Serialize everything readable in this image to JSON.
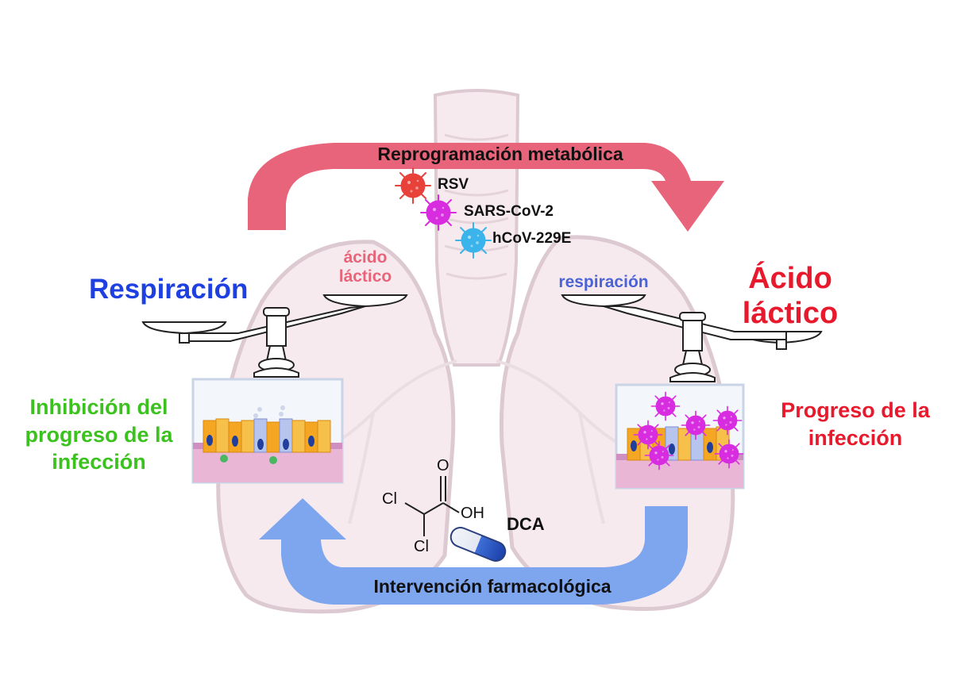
{
  "colors": {
    "red_arrow": "#e8647a",
    "blue_arrow": "#7ea6ee",
    "blue_text": "#1e40e0",
    "red_text": "#e8192c",
    "green_text": "#3cc21e",
    "lung_fill": "#f6e9ee",
    "lung_stroke": "#dcc7cf",
    "virus_rsv": "#e8413a",
    "virus_sars": "#d82ce0",
    "virus_hcov": "#3ab4ea",
    "well_pink": "#e9b6d6"
  },
  "top_arrow": {
    "label": "Reprogramación metabólica"
  },
  "bottom_arrow": {
    "label": "Intervención farmacológica"
  },
  "viruses": [
    {
      "name": "RSV",
      "icon": "virus-icon"
    },
    {
      "name": "SARS-CoV-2",
      "icon": "virus-icon"
    },
    {
      "name": "hCoV-229E",
      "icon": "virus-icon"
    }
  ],
  "left": {
    "scale_label_heavy": "Respiración",
    "scale_pan_label_line1": "ácido",
    "scale_pan_label_line2": "láctico",
    "outcome_line1": "Inhibición del",
    "outcome_line2": "progreso de la",
    "outcome_line3": "infección"
  },
  "right": {
    "scale_pan_label": "respiración",
    "scale_label_heavy_line1": "Ácido",
    "scale_label_heavy_line2": "láctico",
    "outcome_line1": "Progreso de la",
    "outcome_line2": "infección"
  },
  "drug": {
    "name": "DCA",
    "atom_o": "O",
    "atom_oh": "OH",
    "atom_cl1": "Cl",
    "atom_cl2": "Cl",
    "icon": "capsule-icon"
  }
}
